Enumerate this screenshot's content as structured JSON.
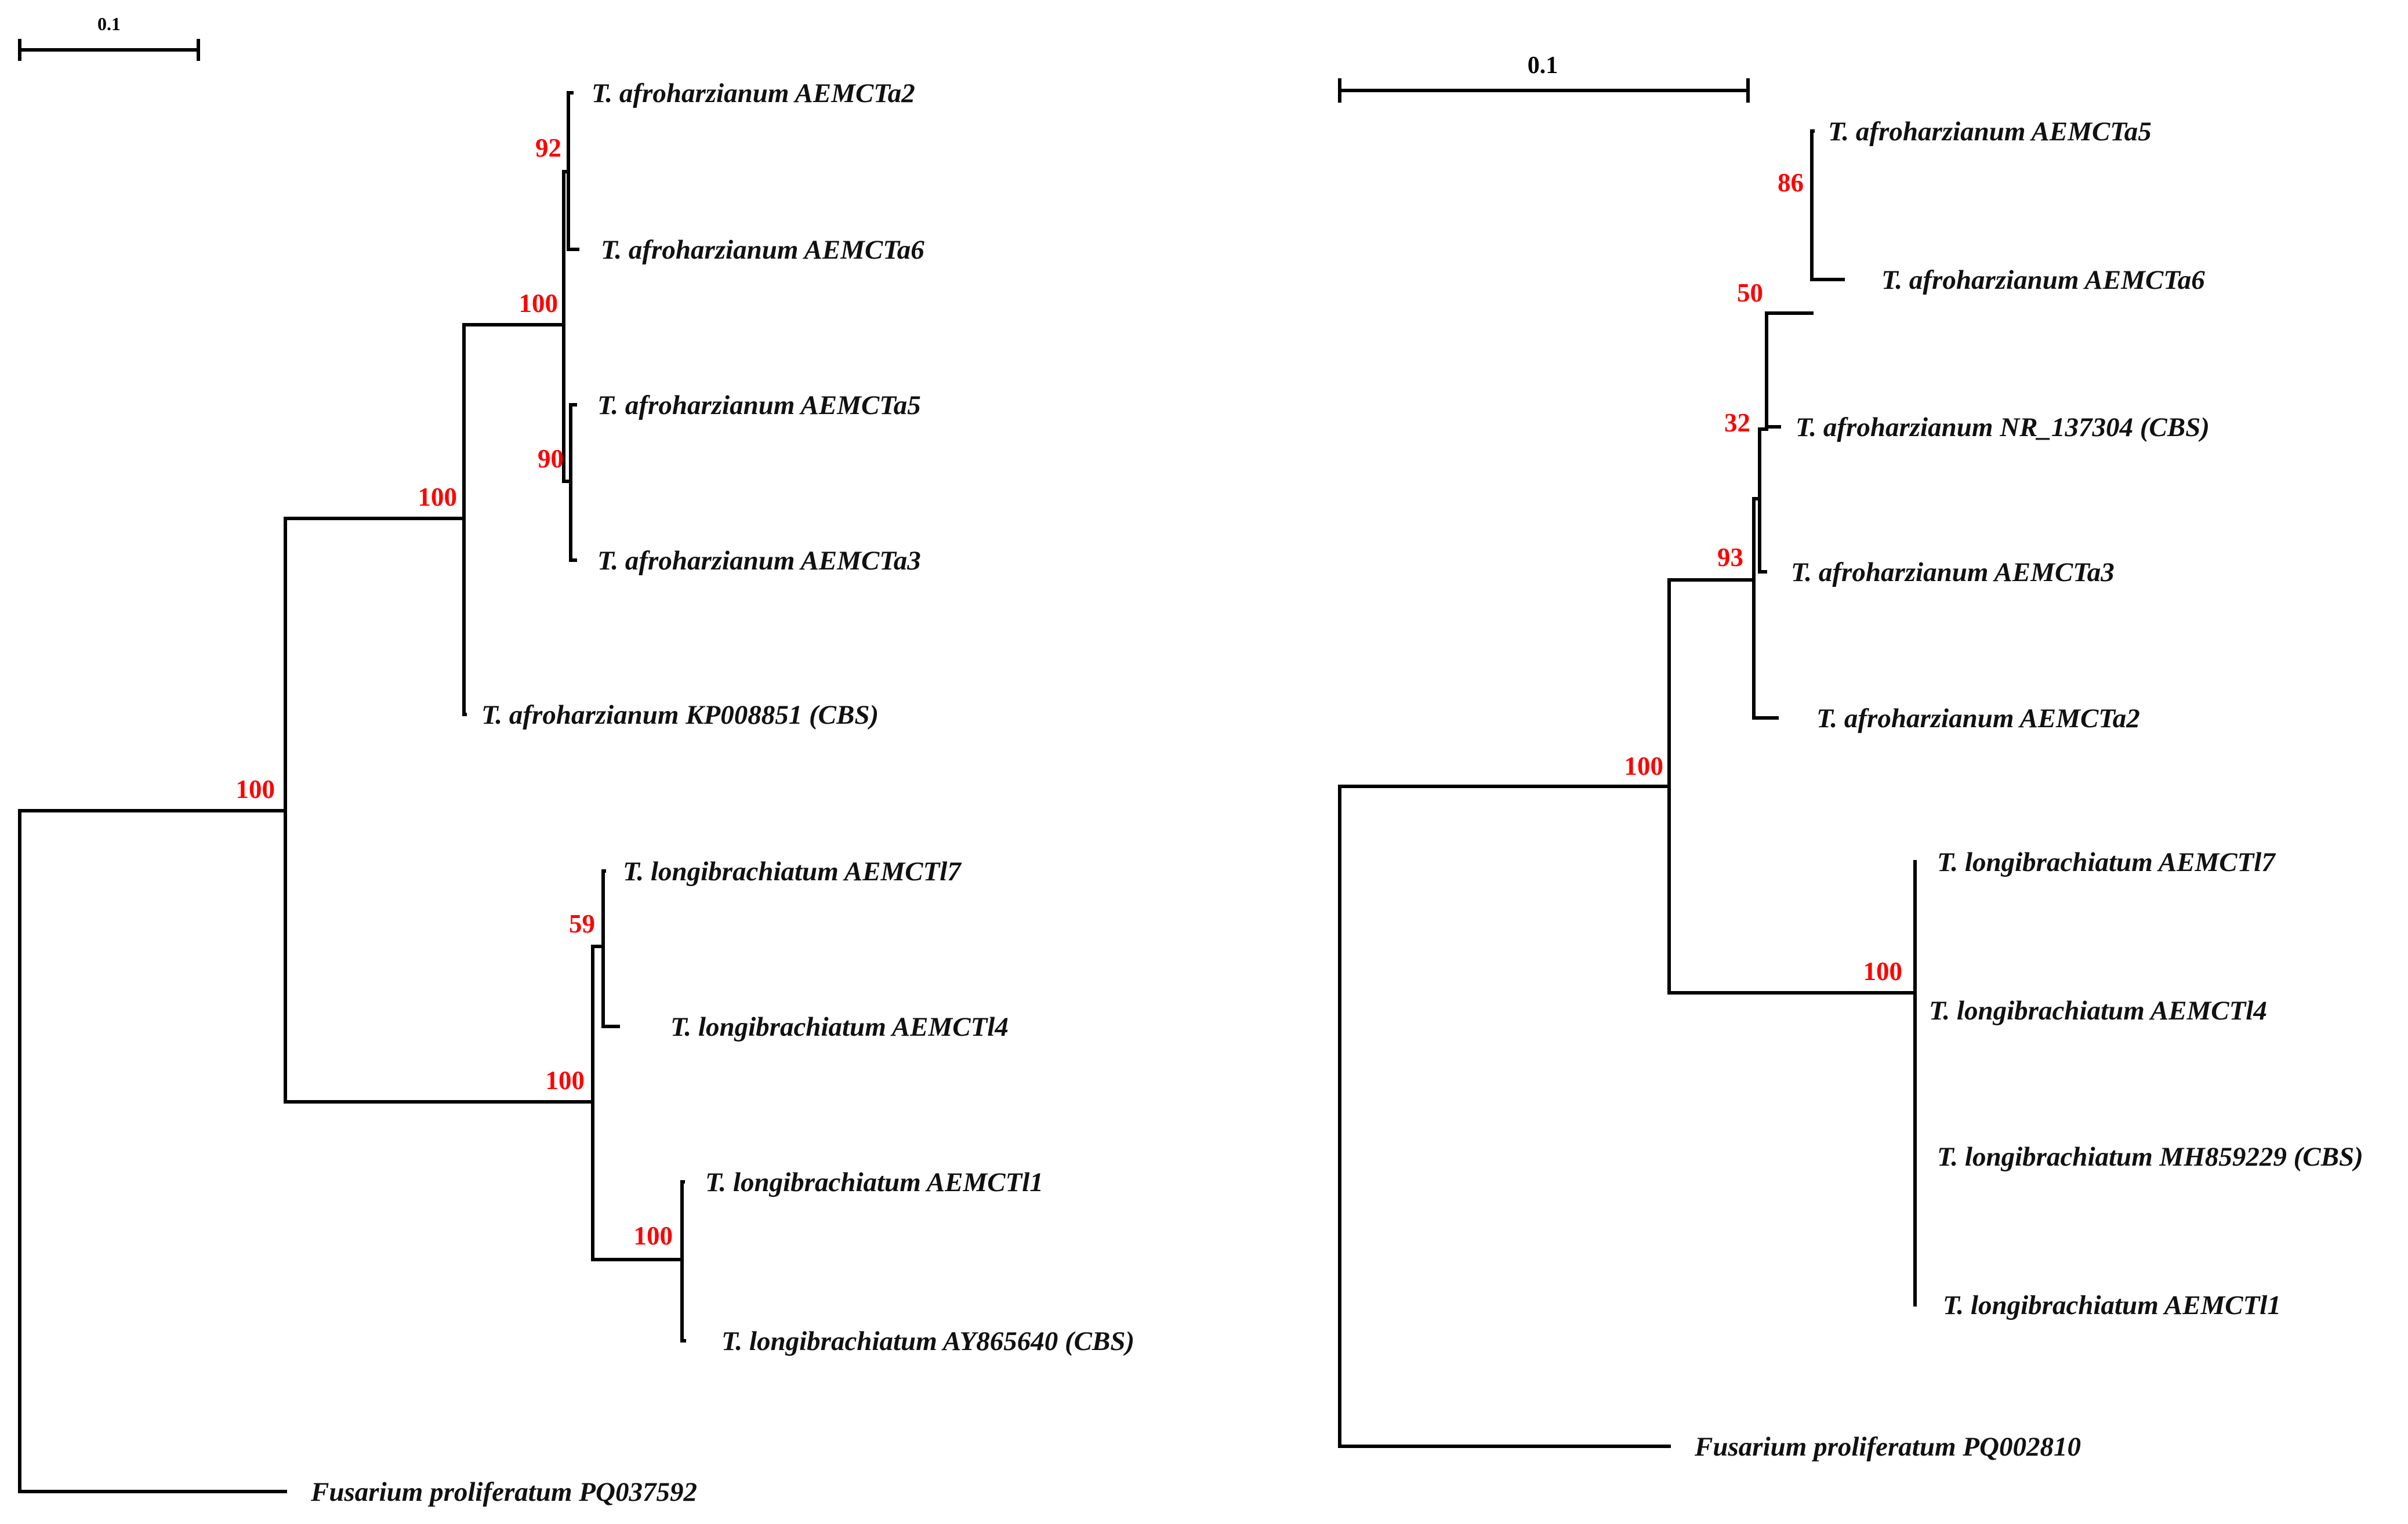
{
  "trees": [
    {
      "id": "left",
      "scale_bar": {
        "label": "0.1"
      },
      "taxa": [
        "T. afroharzianum AEMCTa2",
        "T. afroharzianum  AEMCTa6",
        "T. afroharzianum AEMCTa5",
        "T. afroharzianum  AEMCTa3",
        "T. afroharzianum KP008851 (CBS)",
        "T. longibrachiatum AEMCTl7",
        "T. longibrachiatum AEMCTl4",
        "T. longibrachiatum AEMCTl1",
        "T. longibrachiatum AY865640 (CBS)",
        "Fusarium proliferatum PQ037592"
      ],
      "bootstrap": [
        "92",
        "90",
        "100",
        "100",
        "59",
        "100",
        "100",
        "100"
      ]
    },
    {
      "id": "right",
      "scale_bar": {
        "label": "0.1"
      },
      "taxa": [
        "T. afroharzianum AEMCTa5",
        "T. afroharzianum AEMCTa6",
        "T. afroharzianum NR_137304 (CBS)",
        "T. afroharzianum  AEMCTa3",
        "T. afroharzianum AEMCTa2",
        "T. longibrachiatum AEMCTl7",
        "T. longibrachiatum AEMCTl4",
        "T. longibrachiatum MH859229 (CBS)",
        "T. longibrachiatum AEMCTl1",
        "Fusarium proliferatum  PQ002810"
      ],
      "bootstrap": [
        "86",
        "50",
        "32",
        "93",
        "100",
        "100"
      ]
    }
  ]
}
